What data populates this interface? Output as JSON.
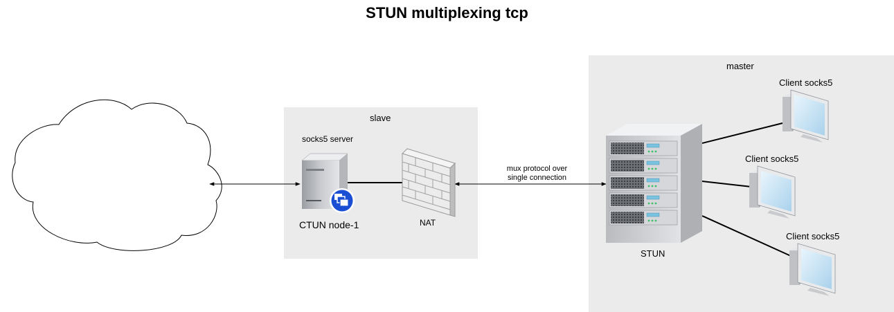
{
  "title": "STUN multiplexing tcp",
  "groups": {
    "slave": "slave",
    "master": "master"
  },
  "nodes": {
    "socks5_server_label": "socks5 server",
    "ctun_node": "CTUN node-1",
    "nat": "NAT",
    "stun": "STUN",
    "client_1": "Client socks5",
    "client_2": "Client socks5",
    "client_3": "Client socks5"
  },
  "edges": {
    "mux_line1": "mux protocol over",
    "mux_line2": "single connection"
  },
  "icons": {
    "cloud": "internet-cloud-icon",
    "server": "server-tower-icon",
    "badge": "multiple-windows-badge-icon",
    "firewall": "brick-firewall-icon",
    "rack": "server-rack-icon",
    "client": "desktop-computer-icon"
  },
  "colors": {
    "group_fill": "#ebebeb",
    "badge": "#1a4fd3",
    "screen": "#cfe6f5"
  }
}
